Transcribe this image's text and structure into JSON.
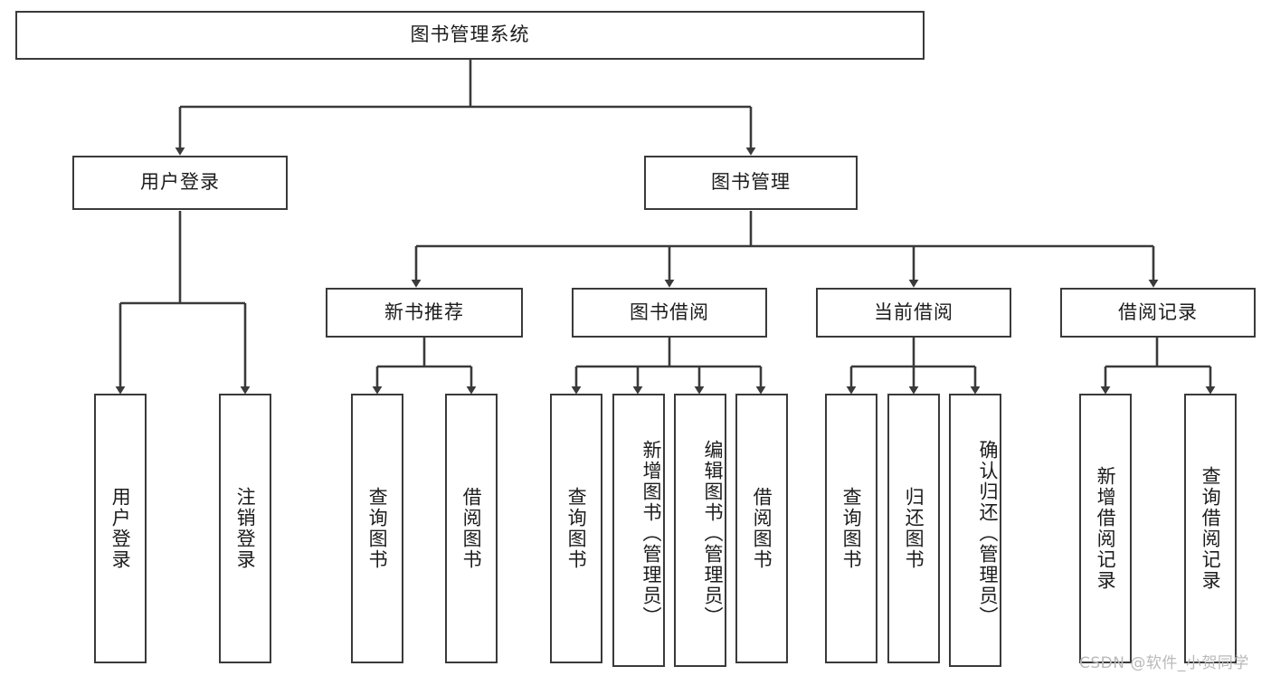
{
  "diagram": {
    "title": "图书管理系统",
    "root": {
      "label": "图书管理系统"
    },
    "level2": [
      {
        "label": "用户登录"
      },
      {
        "label": "图书管理"
      }
    ],
    "level3": [
      {
        "label": "新书推荐"
      },
      {
        "label": "图书借阅"
      },
      {
        "label": "当前借阅"
      },
      {
        "label": "借阅记录"
      }
    ],
    "leaves": {
      "user_login": [
        {
          "label": "用户登录"
        },
        {
          "label": "注销登录"
        }
      ],
      "new_book": [
        {
          "label": "查询图书"
        },
        {
          "label": "借阅图书"
        }
      ],
      "book_borrow": [
        {
          "label": "查询图书"
        },
        {
          "label": "新增图书（管理员）"
        },
        {
          "label": "编辑图书（管理员）"
        },
        {
          "label": "借阅图书"
        }
      ],
      "current_borrow": [
        {
          "label": "查询图书"
        },
        {
          "label": "归还图书"
        },
        {
          "label": "确认归还（管理员）"
        }
      ],
      "borrow_record": [
        {
          "label": "新增借阅记录"
        },
        {
          "label": "查询借阅记录"
        }
      ]
    }
  },
  "watermark": {
    "text": "CSDN @软件_小贺同学"
  },
  "colors": {
    "stroke": "#3a3a3a",
    "background": "#ffffff",
    "text": "#1c1c1c",
    "watermark": "#b9b9b9"
  }
}
